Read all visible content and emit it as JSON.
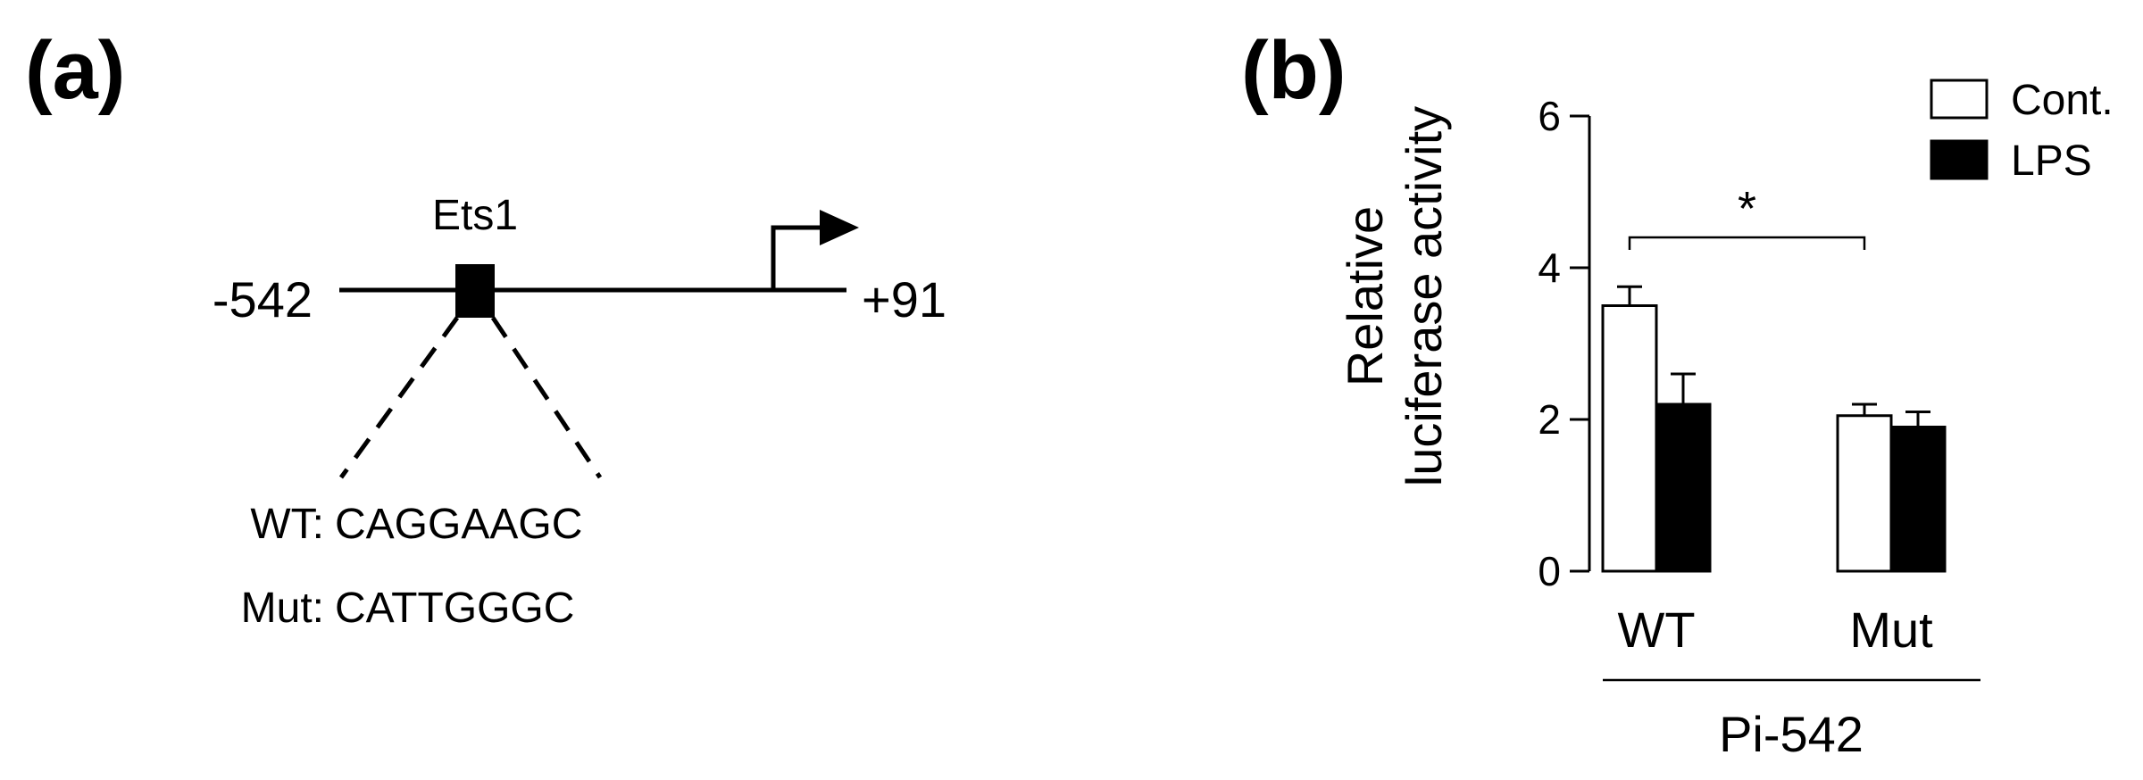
{
  "panel_a": {
    "label": "(a)",
    "left_coord": "-542",
    "right_coord": "+91",
    "site_label": "Ets1",
    "wt_label": "WT:",
    "wt_seq": "CAGGAAGC",
    "mut_label": "Mut:",
    "mut_seq": "CATTGGGC"
  },
  "panel_b": {
    "label": "(b)"
  },
  "chart_data": {
    "type": "bar",
    "ylabel_line1": "Relative",
    "ylabel_line2": "luciferase activity",
    "ylim": [
      0,
      6
    ],
    "yticks": [
      "0",
      "2",
      "4",
      "6"
    ],
    "categories": [
      "WT",
      "Mut"
    ],
    "group_label": "Pi-542",
    "legend_position": "top-right",
    "series": [
      {
        "name": "Cont.",
        "color": "#ffffff",
        "values": [
          3.5,
          2.05
        ],
        "errors": [
          0.25,
          0.15
        ]
      },
      {
        "name": "LPS",
        "color": "#000000",
        "values": [
          2.2,
          1.9
        ],
        "errors": [
          0.4,
          0.2
        ]
      }
    ],
    "significance": {
      "text": "*",
      "from_category": "WT",
      "to_category": "Mut",
      "level": 4.4
    }
  }
}
